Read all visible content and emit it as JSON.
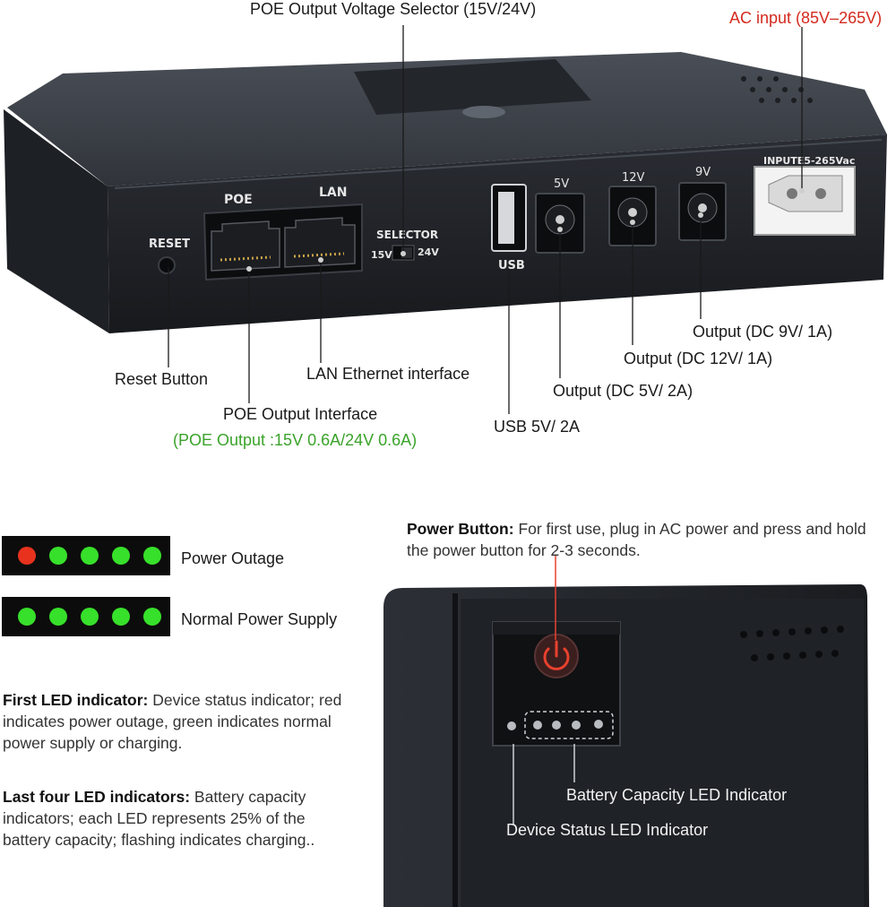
{
  "labels": {
    "poe_selector": "POE Output Voltage Selector (15V/24V)",
    "ac_input": "AC input (85V–265V)",
    "reset_button": "Reset Button",
    "lan_interface": "LAN Ethernet interface",
    "poe_interface": "POE Output Interface",
    "poe_output_spec": "(POE Output :15V 0.6A/24V 0.6A)",
    "usb": "USB 5V/ 2A",
    "out_5v": "Output (DC 5V/ 2A)",
    "out_12v": "Output (DC 12V/ 1A)",
    "out_9v": "Output (DC 9V/ 1A)",
    "battery_led": "Battery Capacity LED Indicator",
    "device_led": "Device Status LED Indicator"
  },
  "device_print": {
    "poe": "POE",
    "lan": "LAN",
    "reset": "RESET",
    "selector": "SELECTOR",
    "v15": "15V",
    "v24": "24V",
    "usb": "USB",
    "dc5": "5V",
    "dc12": "12V",
    "dc9": "9V",
    "input": "INPUTE5-265Vac"
  },
  "legend": [
    {
      "label": "Power Outage",
      "leds": [
        "#e8321e",
        "#37e02a",
        "#37e02a",
        "#37e02a",
        "#37e02a"
      ]
    },
    {
      "label": "Normal Power Supply",
      "leds": [
        "#37e02a",
        "#37e02a",
        "#37e02a",
        "#37e02a",
        "#37e02a"
      ]
    }
  ],
  "power_button": {
    "title": "Power Button:",
    "text": " For first use, plug in AC power and press and hold the power button for 2-3 seconds."
  },
  "first_led": {
    "title": "First LED indicator:",
    "text": " Device status indicator; red indicates power outage, green indicates normal power supply or charging."
  },
  "last_led": {
    "title": "Last four LED indicators:",
    "text": " Battery capacity indicators; each LED represents 25% of the battery capacity; flashing indicates charging.."
  },
  "colors": {
    "accent_red": "#d42a1e",
    "accent_green": "#3aa32a",
    "device_body": "#1f2227",
    "power_icon": "#e8412e"
  }
}
